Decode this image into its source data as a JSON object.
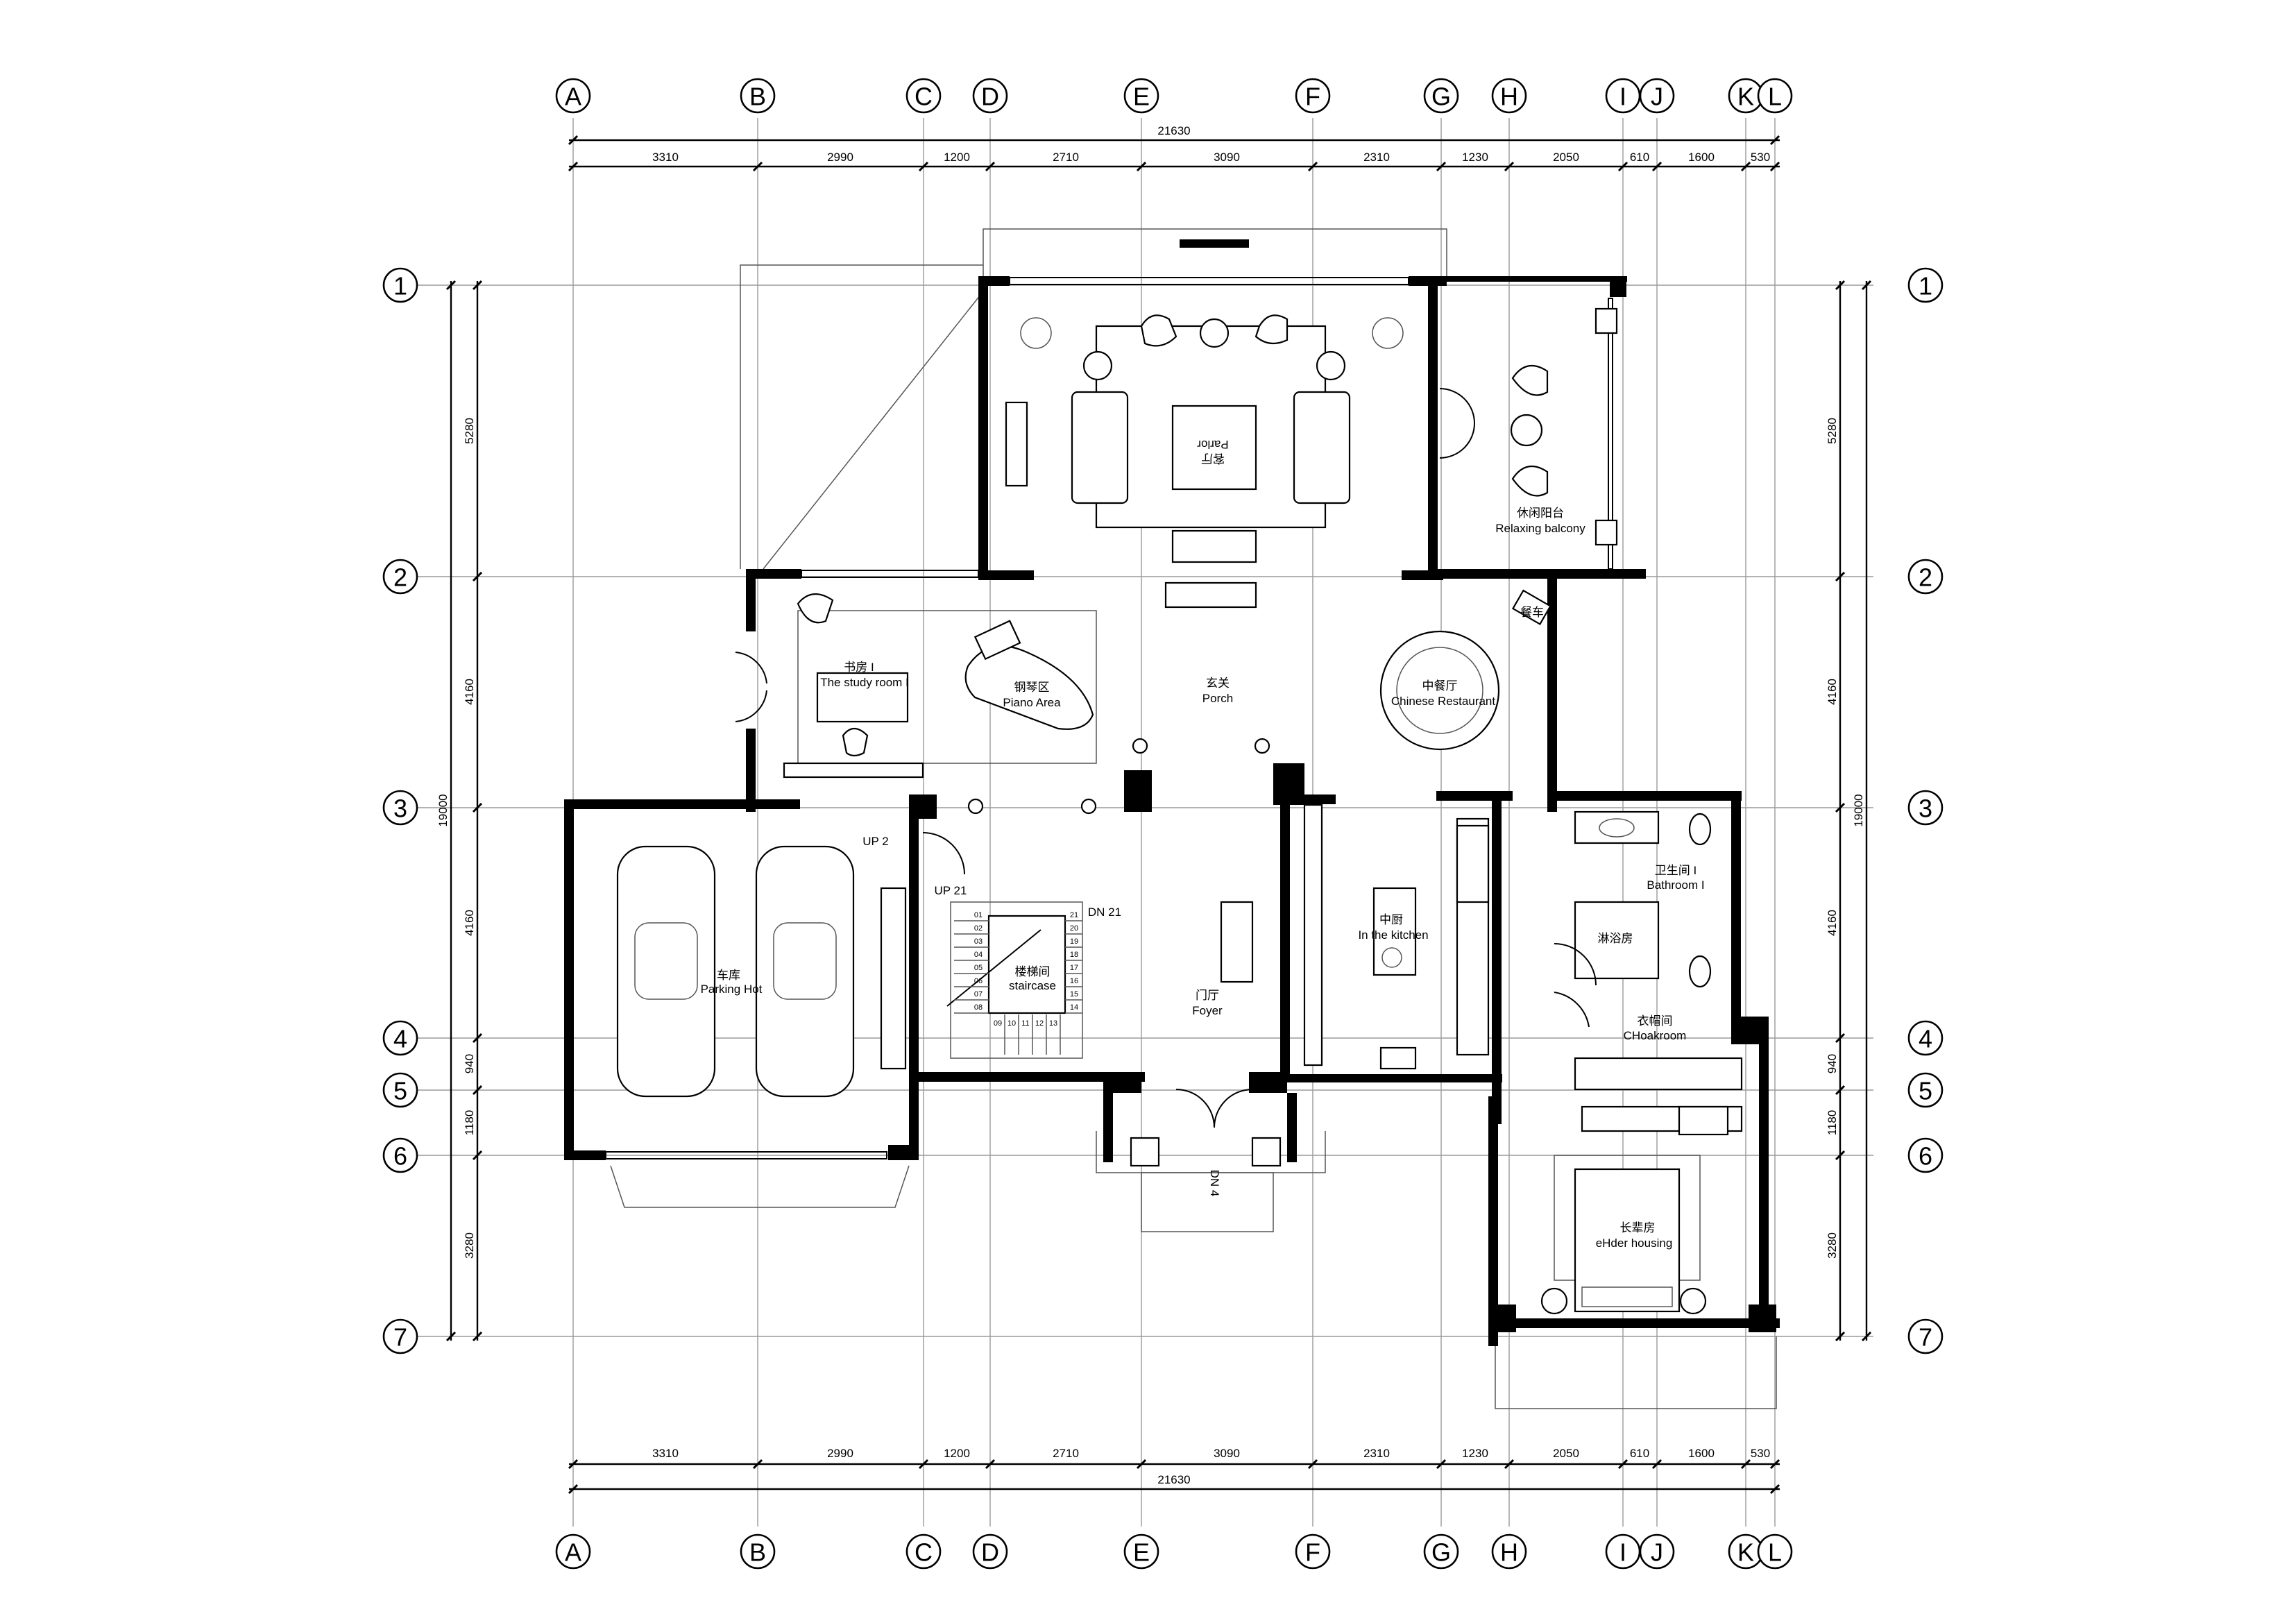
{
  "drawing": {
    "axis_columns": [
      "A",
      "B",
      "C",
      "D",
      "E",
      "F",
      "G",
      "H",
      "I",
      "J",
      "K",
      "L"
    ],
    "axis_rows": [
      "1",
      "2",
      "3",
      "4",
      "5",
      "6",
      "7"
    ],
    "top_dimensions": [
      "3310",
      "2990",
      "1200",
      "2710",
      "3090",
      "2310",
      "1230",
      "2050",
      "610",
      "1600",
      "530"
    ],
    "bottom_dimensions": [
      "3310",
      "2990",
      "1200",
      "2710",
      "3090",
      "2310",
      "1230",
      "2050",
      "610",
      "1600",
      "530"
    ],
    "total_width": "21630",
    "left_dimensions": [
      "5280",
      "4160",
      "4160",
      "940",
      "1180",
      "3280"
    ],
    "right_dimensions": [
      "5280",
      "4160",
      "4160",
      "940",
      "1180",
      "3280"
    ],
    "total_height": "19000"
  },
  "rooms": {
    "parlor": {
      "cn": "客厅",
      "en": "Parlor"
    },
    "balcony": {
      "cn": "休闲阳台",
      "en": "Relaxing balcony"
    },
    "study": {
      "cn": "书房 I",
      "en": "The study room I"
    },
    "piano": {
      "cn": "钢琴区",
      "en": "Piano Area"
    },
    "porch": {
      "cn": "玄关",
      "en": "Porch"
    },
    "chinese_restaurant": {
      "cn": "中餐厅",
      "en": "Chinese Restaurant"
    },
    "dining_cart": {
      "cn": "餐车"
    },
    "garage": {
      "cn": "车库",
      "en": "Parking Hot"
    },
    "staircase": {
      "cn": "楼梯间",
      "en": "staircase"
    },
    "foyer": {
      "cn": "门厅",
      "en": "Foyer"
    },
    "kitchen": {
      "cn": "中厨",
      "en": "In the kitchen"
    },
    "bathroom": {
      "cn": "卫生间 I",
      "en": "Bathroom I"
    },
    "shower": {
      "cn": "淋浴房"
    },
    "cloakroom": {
      "cn": "衣帽间",
      "en": "CHoakroom"
    },
    "elder": {
      "cn": "长辈房",
      "en": "eHder housing"
    }
  },
  "stairs": {
    "up2": "UP 2",
    "up21": "UP 21",
    "dn21": "DN 21",
    "dn4": "DN 4",
    "steps_left": [
      "01",
      "02",
      "03",
      "04",
      "05",
      "06",
      "07",
      "08"
    ],
    "steps_right": [
      "21",
      "20",
      "19",
      "18",
      "17",
      "16",
      "15",
      "14"
    ],
    "steps_bottom": [
      "09",
      "10",
      "11",
      "12",
      "13"
    ]
  }
}
